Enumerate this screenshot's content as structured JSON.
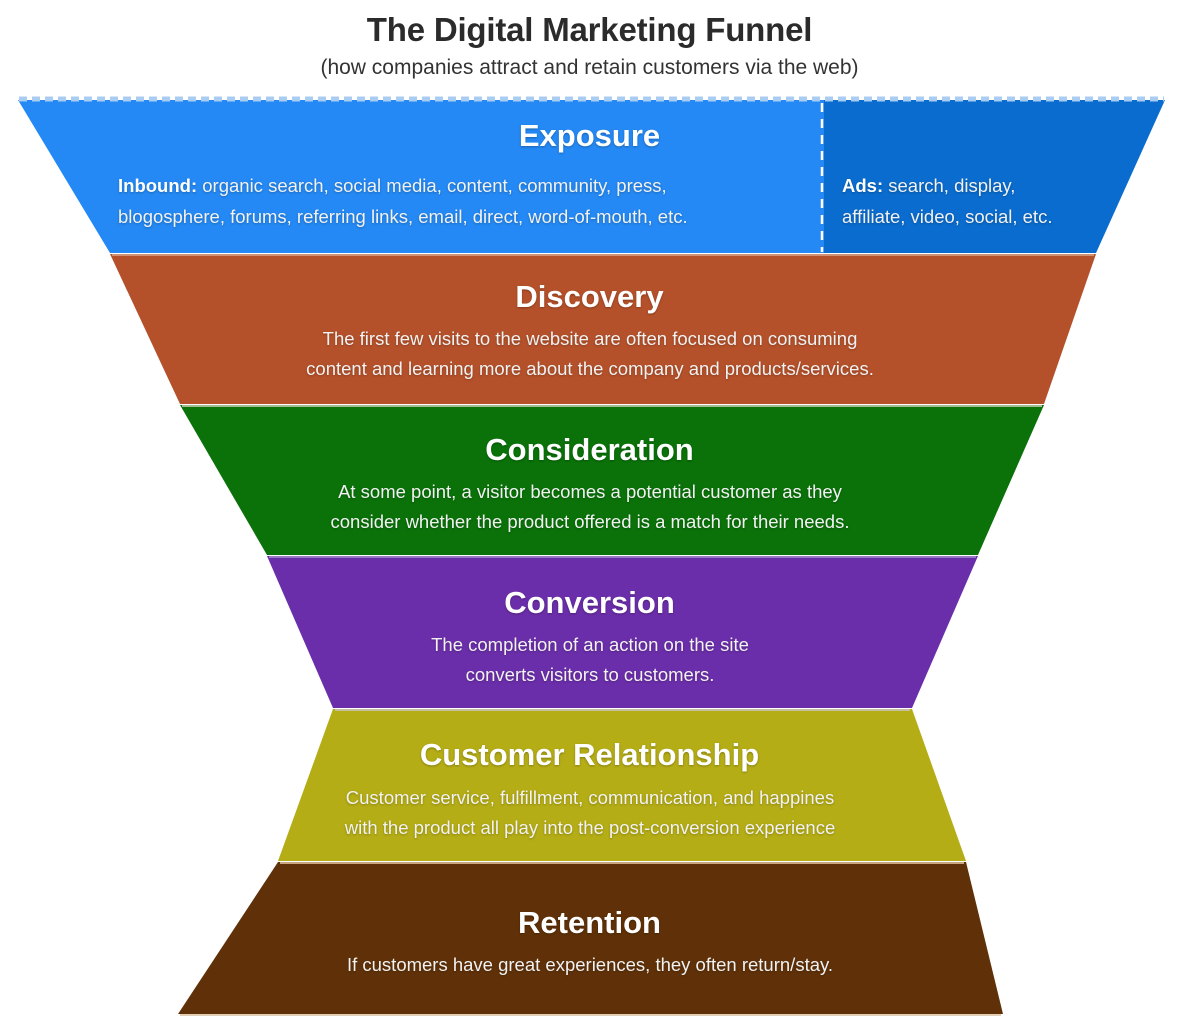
{
  "header": {
    "title": "The Digital Marketing Funnel",
    "subtitle": "(how companies attract and retain customers via the web)"
  },
  "chart_data": {
    "type": "funnel",
    "title": "The Digital Marketing Funnel",
    "subtitle": "(how companies attract and retain customers via the web)",
    "orientation": "vertical-inverted",
    "stage_count": 6,
    "stages": [
      {
        "name": "Exposure",
        "color": "#2489f4",
        "order": 1,
        "split": true,
        "panels": [
          {
            "name": "Inbound",
            "color": "#2489f4",
            "label": "Inbound:",
            "text": " organic search, social media, content, community, press, blogosphere, forums, referring links, email, direct, word-of-mouth, etc.",
            "line1_bold": "Inbound:",
            "line1": " organic search, social media, content, community, press,",
            "line2": "blogosphere, forums, referring links, email, direct, word-of-mouth, etc."
          },
          {
            "name": "Ads",
            "color": "#0a6cce",
            "label": "Ads:",
            "text": " search, display, affiliate, video, social, etc.",
            "line1_bold": "Ads:",
            "line1": " search, display,",
            "line2": "affiliate, video, social, etc."
          }
        ]
      },
      {
        "name": "Discovery",
        "color": "#b5512a",
        "order": 2,
        "split": false,
        "description": "The first few visits to the website are often focused on consuming content and learning more about the company and products/services.",
        "line1": "The first few visits to the website are often focused on consuming",
        "line2": "content and learning more about the company and products/services."
      },
      {
        "name": "Consideration",
        "color": "#0a7209",
        "order": 3,
        "split": false,
        "description": "At some point, a visitor becomes a potential customer as they consider whether the product offered is a match for their needs.",
        "line1": "At some point, a visitor becomes a potential customer as they",
        "line2": "consider whether the product offered is a match for their needs."
      },
      {
        "name": "Conversion",
        "color": "#6b2eaa",
        "order": 4,
        "split": false,
        "description": "The completion of an action on the site converts visitors to customers.",
        "line1": "The completion of an action on the site",
        "line2": "converts visitors to customers."
      },
      {
        "name": "Customer Relationship",
        "color": "#b5ad16",
        "order": 5,
        "split": false,
        "description": "Customer service, fulfillment, communication, and happines with the product all play into the post-conversion experience",
        "line1": "Customer service, fulfillment, communication, and happines",
        "line2": "with the product all play into the post-conversion experience"
      },
      {
        "name": "Retention",
        "color": "#603108",
        "order": 6,
        "split": false,
        "description": "If customers have great experiences, they often return/stay.",
        "line1": "If customers have great experiences, they often return/stay.",
        "line2": ""
      }
    ],
    "colors": {
      "exposure_inbound": "#2489f4",
      "exposure_ads": "#0a6cce",
      "discovery": "#b5512a",
      "consideration": "#0a7209",
      "conversion": "#6b2eaa",
      "customer_relationship": "#b5ad16",
      "retention": "#603108",
      "background": "#ffffff",
      "title_text": "#2b2b2b",
      "band_text": "#ffffff"
    }
  }
}
